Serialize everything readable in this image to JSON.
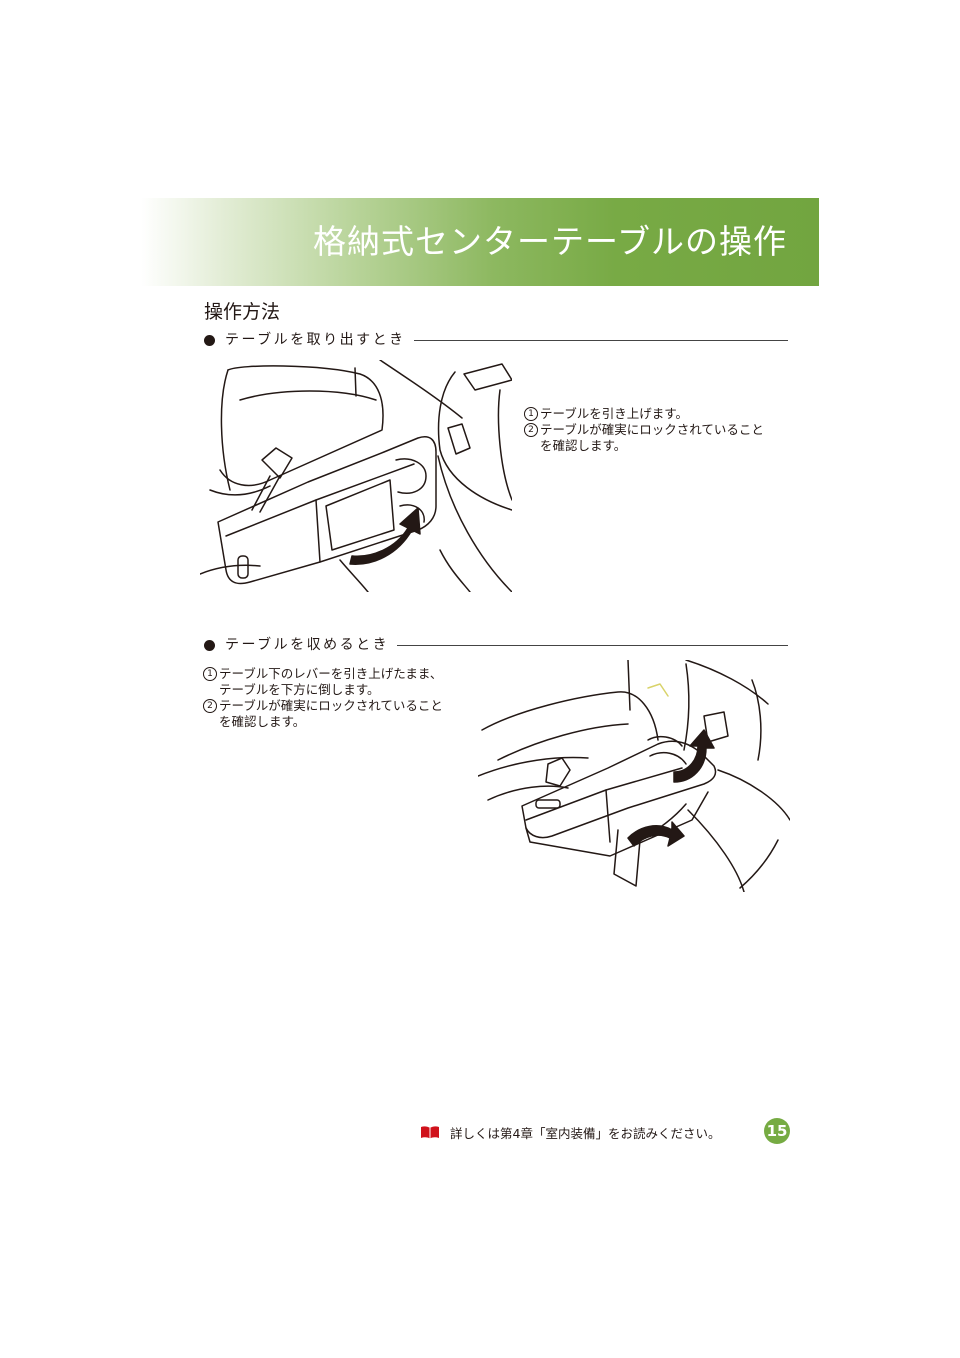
{
  "banner": {
    "title": "格納式センターテーブルの操作"
  },
  "section": {
    "title": "操作方法"
  },
  "take_out": {
    "heading": "テーブルを取り出すとき",
    "steps": [
      {
        "num": "1",
        "lines": [
          "テーブルを引き上げます。"
        ]
      },
      {
        "num": "2",
        "lines": [
          "テーブルが確実にロックされていること",
          "を確認します。"
        ]
      }
    ]
  },
  "store": {
    "heading": "テーブルを収めるとき",
    "steps": [
      {
        "num": "1",
        "lines": [
          "テーブル下のレバーを引き上げたまま、",
          "テーブルを下方に倒します。"
        ]
      },
      {
        "num": "2",
        "lines": [
          "テーブルが確実にロックされていること",
          "を確認します。"
        ]
      }
    ]
  },
  "footer": {
    "text": "詳しくは第4章「室内装備」をお読みください。",
    "icon": "open-book-icon",
    "page": "15"
  },
  "colors": {
    "banner_green": "#72a540",
    "page_badge": "#76ab43",
    "ink": "#231815"
  }
}
